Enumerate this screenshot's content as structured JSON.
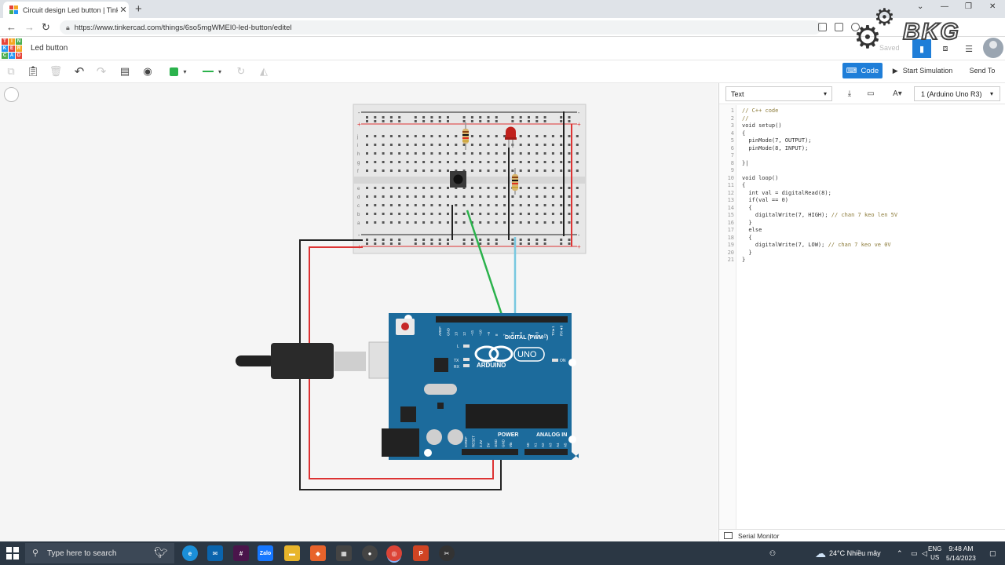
{
  "browser": {
    "tab_title": "Circuit design Led button | Tinke",
    "tab_close": "✕",
    "new_tab": "+",
    "url": "https://www.tinkercad.com/things/6so5mgWMEI0-led-button/editel"
  },
  "app": {
    "logo_letters": [
      "T",
      "I",
      "N",
      "K",
      "E",
      "R",
      "C",
      "A",
      "D"
    ],
    "project_name": "Led button",
    "saved_label": "Saved",
    "watermark": "BKG"
  },
  "toolbar": {
    "code_label": "Code",
    "start_sim_label": "Start Simulation",
    "send_to_label": "Send To",
    "color_swatch": "#2bb24c"
  },
  "code_panel": {
    "mode": "Text",
    "device": "1 (Arduino Uno R3)",
    "serial_monitor": "Serial Monitor",
    "line_numbers": [
      "1",
      "2",
      "3",
      "4",
      "5",
      "6",
      "7",
      "8",
      "9",
      "10",
      "11",
      "12",
      "13",
      "14",
      "15",
      "16",
      "17",
      "18",
      "19",
      "20",
      "21"
    ],
    "lines": [
      {
        "code": "// C++ code",
        "comment": ""
      },
      {
        "code": "//",
        "comment": ""
      },
      {
        "code": "void setup()",
        "comment": ""
      },
      {
        "code": "{",
        "comment": ""
      },
      {
        "code": "  pinMode(7, OUTPUT);",
        "comment": ""
      },
      {
        "code": "  pinMode(8, INPUT);",
        "comment": ""
      },
      {
        "code": "",
        "comment": ""
      },
      {
        "code": "}|",
        "comment": ""
      },
      {
        "code": "",
        "comment": ""
      },
      {
        "code": "void loop()",
        "comment": ""
      },
      {
        "code": "{",
        "comment": ""
      },
      {
        "code": "  int val = digitalRead(8);",
        "comment": ""
      },
      {
        "code": "  if(val == 0)",
        "comment": ""
      },
      {
        "code": "  {",
        "comment": ""
      },
      {
        "code": "    digitalWrite(7, HIGH); ",
        "comment": "// chan 7 keo len 5V"
      },
      {
        "code": "  }",
        "comment": ""
      },
      {
        "code": "  else",
        "comment": ""
      },
      {
        "code": "  {",
        "comment": ""
      },
      {
        "code": "    digitalWrite(7, LOW); ",
        "comment": "// chan 7 keo ve 0V"
      },
      {
        "code": "  }",
        "comment": ""
      },
      {
        "code": "}",
        "comment": ""
      }
    ]
  },
  "board": {
    "brand": "ARDUINO",
    "model": "UNO",
    "digital_label": "DIGITAL (PWM~)",
    "power_label": "POWER",
    "analog_label": "ANALOG IN",
    "on_label": "ON",
    "l_label": "L",
    "tx_label": "TX",
    "rx_label": "RX",
    "digital_pins": [
      "AREF",
      "GND",
      "13",
      "12",
      "~11",
      "~10",
      "~9",
      "8",
      "7",
      "~6",
      "~5",
      "4",
      "~3",
      "2",
      "TX►1",
      "RX◄0"
    ],
    "power_pins": [
      "IOREF",
      "RESET",
      "3.3V",
      "5V",
      "GND",
      "GND",
      "Vin"
    ],
    "analog_pins": [
      "A0",
      "A1",
      "A2",
      "A3",
      "A4",
      "A5"
    ]
  },
  "breadboard": {
    "plus": "+",
    "minus": "-",
    "rows_top": [
      "j",
      "i",
      "h",
      "g",
      "f"
    ],
    "rows_bottom": [
      "e",
      "d",
      "c",
      "b",
      "a"
    ]
  },
  "taskbar": {
    "search_placeholder": "Type here to search",
    "weather": "24°C  Nhiều mây",
    "lang_top": "ENG",
    "lang_bottom": "US",
    "time": "9:48 AM",
    "date": "5/14/2023",
    "zalo": "Zalo"
  }
}
